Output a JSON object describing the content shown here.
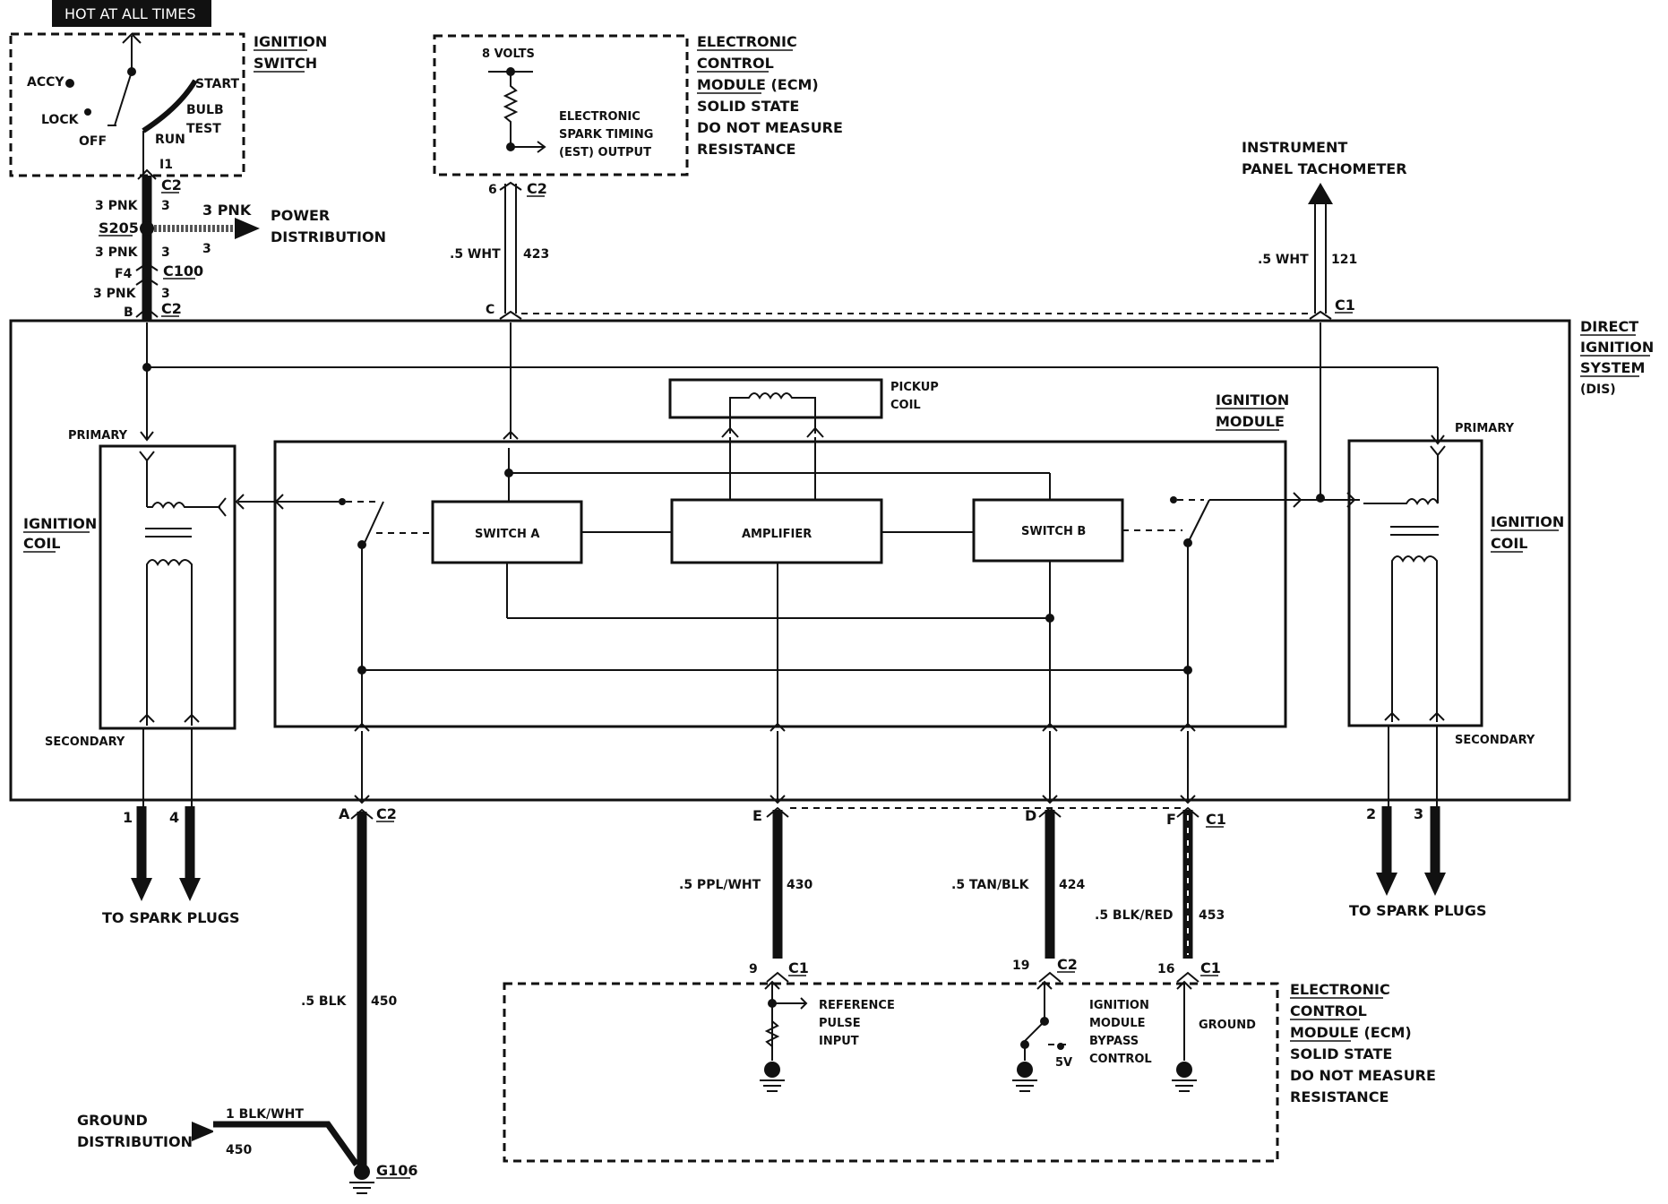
{
  "header": {
    "hot_label": "HOT AT ALL TIMES"
  },
  "ignition_switch": {
    "title1": "IGNITION",
    "title2": "SWITCH",
    "accy": "ACCY",
    "lock": "LOCK",
    "off": "OFF",
    "run": "RUN",
    "start": "START",
    "bulb": "BULB",
    "test": "TEST",
    "terminal": "I1"
  },
  "power_feed": {
    "c2": "C2",
    "c2_pin": "3",
    "wire_top": "3 PNK",
    "splice": "S205",
    "branch_wire": "3 PNK",
    "branch_circuit": "3",
    "power_dest1": "POWER",
    "power_dest2": "DISTRIBUTION",
    "wire_mid": "3 PNK",
    "mid_circuit": "3",
    "fuse": "F4",
    "c100": "C100",
    "wire_low": "3 PNK",
    "low_circuit": "3",
    "pin_b": "B",
    "c2_bottom": "C2"
  },
  "ecm_top": {
    "volts": "8 VOLTS",
    "est1": "ELECTRONIC",
    "est2": "SPARK TIMING",
    "est3": "(EST) OUTPUT",
    "title1": "ELECTRONIC",
    "title2": "CONTROL",
    "title3": "MODULE (ECM)",
    "note1": "SOLID STATE",
    "note2": "DO NOT MEASURE",
    "note3": "RESISTANCE",
    "pin": "6",
    "conn": "C2",
    "wire": ".5 WHT",
    "circuit": "423",
    "pin_c": "C"
  },
  "tach": {
    "label1": "INSTRUMENT",
    "label2": "PANEL TACHOMETER",
    "wire": ".5 WHT",
    "circuit": "121",
    "conn": "C1"
  },
  "dis": {
    "title1": "DIRECT",
    "title2": "IGNITION",
    "title3": "SYSTEM",
    "title4": "(DIS)"
  },
  "module": {
    "title1": "IGNITION",
    "title2": "MODULE",
    "pickup1": "PICKUP",
    "pickup2": "COIL",
    "switch_a": "SWITCH A",
    "amplifier": "AMPLIFIER",
    "switch_b": "SWITCH B"
  },
  "coil_left": {
    "primary": "PRIMARY",
    "title1": "IGNITION",
    "title2": "COIL",
    "secondary": "SECONDARY"
  },
  "coil_right": {
    "primary": "PRIMARY",
    "title1": "IGNITION",
    "title2": "COIL",
    "secondary": "SECONDARY"
  },
  "spark_left": {
    "pin1": "1",
    "pin4": "4",
    "label": "TO SPARK PLUGS"
  },
  "spark_right": {
    "pin2": "2",
    "pin3": "3",
    "label": "TO SPARK PLUGS"
  },
  "ground_wire": {
    "pin_a": "A",
    "conn": "C2",
    "wire": ".5 BLK",
    "circuit": "450",
    "dist1": "GROUND",
    "dist2": "DISTRIBUTION",
    "dist_wire": "1 BLK/WHT",
    "dist_circuit": "450",
    "ground": "G106"
  },
  "wires_bottom": {
    "e_pin": "E",
    "e_wire": ".5 PPL/WHT",
    "e_circuit": "430",
    "d_pin": "D",
    "d_wire": ".5 TAN/BLK",
    "d_circuit": "424",
    "f_pin": "F",
    "f_conn": "C1",
    "f_wire": ".5 BLK/RED",
    "f_circuit": "453"
  },
  "ecm_bottom": {
    "p9": "9",
    "c9": "C1",
    "p19": "19",
    "c19": "C2",
    "p16": "16",
    "c16": "C1",
    "ref1": "REFERENCE",
    "ref2": "PULSE",
    "ref3": "INPUT",
    "byp1": "IGNITION",
    "byp2": "MODULE",
    "byp3": "BYPASS",
    "byp4": "CONTROL",
    "five_v": "5V",
    "ground": "GROUND",
    "title1": "ELECTRONIC",
    "title2": "CONTROL",
    "title3": "MODULE (ECM)",
    "note1": "SOLID STATE",
    "note2": "DO NOT MEASURE",
    "note3": "RESISTANCE"
  }
}
